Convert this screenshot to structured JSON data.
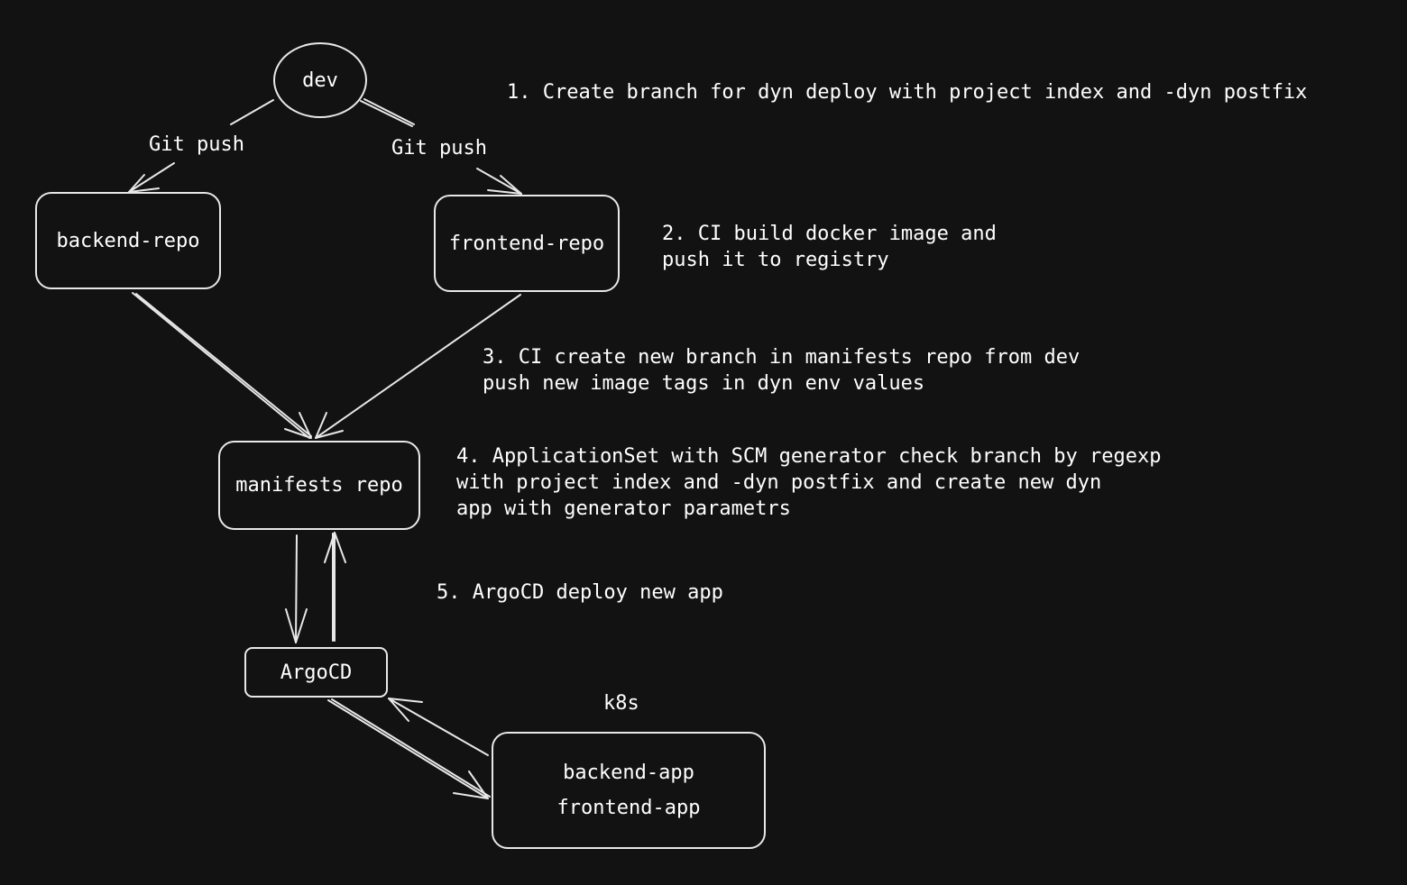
{
  "nodes": {
    "dev": "dev",
    "backend_repo": "backend-repo",
    "frontend_repo": "frontend-repo",
    "manifests_repo": "manifests repo",
    "argocd": "ArgoCD",
    "k8s": {
      "title": "k8s",
      "apps": [
        "backend-app",
        "frontend-app"
      ]
    }
  },
  "edges": {
    "dev_to_backend": "Git push",
    "dev_to_frontend": "Git push"
  },
  "steps": [
    "1. Create branch for dyn deploy with project index and -dyn postfix",
    "2. CI build docker image and\npush it to registry",
    "3. CI create new branch in manifests repo from dev\npush new image tags in dyn env values",
    "4. ApplicationSet with SCM generator check branch by regexp\nwith project index and -dyn postfix and create new dyn\napp with generator parametrs",
    "5. ArgoCD deploy new app"
  ],
  "colors": {
    "background": "#121212",
    "stroke": "#e8e8e8",
    "text": "#ffffff"
  }
}
